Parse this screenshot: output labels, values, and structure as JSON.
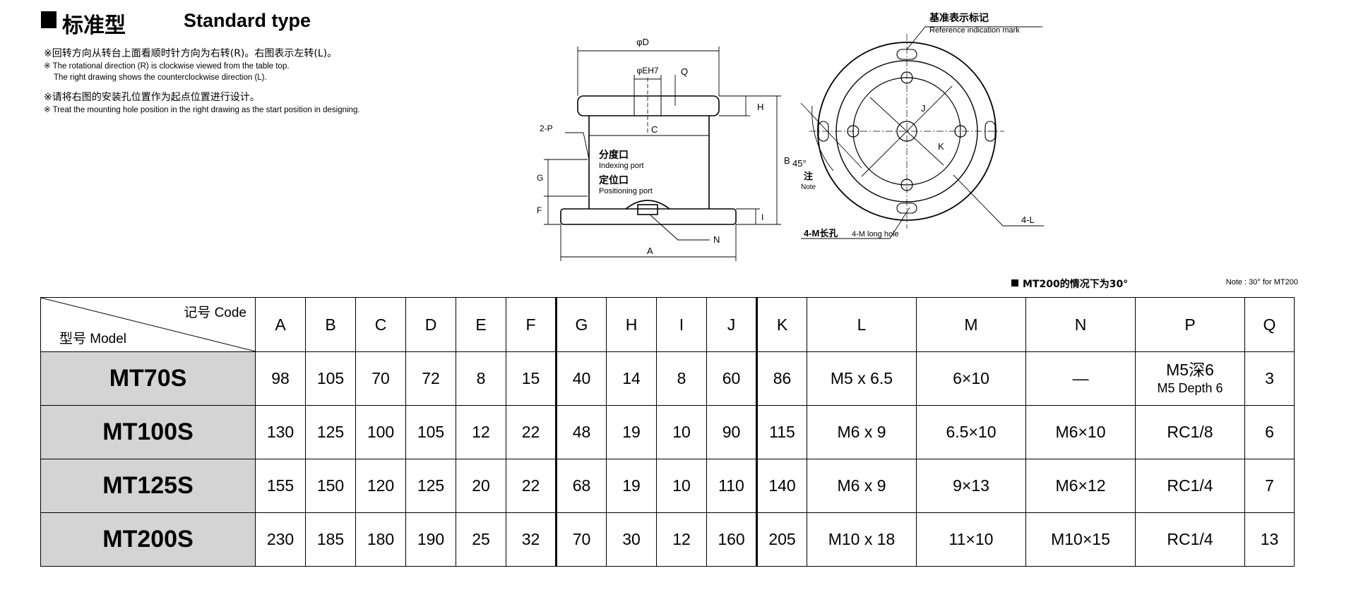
{
  "header": {
    "title_zh": "标准型",
    "title_en": "Standard type"
  },
  "notes": {
    "n1_zh": "※回转方向从转台上面看顺时针方向为右转(R)。右图表示左转(L)。",
    "n1_en1": "※ The rotational direction (R) is clockwise viewed from the table top.",
    "n1_en2": "The right drawing shows the counterclockwise direction (L).",
    "n2_zh": "※请将右图的安装孔位置作为起点位置进行设计。",
    "n2_en": "※ Treat the mounting hole position in the right drawing as the start position in designing."
  },
  "side_view": {
    "phiD": "φD",
    "phiE": "φEH7",
    "Q": "Q",
    "H": "H",
    "C": "C",
    "B": "B",
    "P": "2-P",
    "indexing_zh": "分度口",
    "indexing_en": "Indexing port",
    "positioning_zh": "定位口",
    "positioning_en": "Positioning port",
    "G": "G",
    "F": "F",
    "I": "I",
    "N": "N",
    "A": "A"
  },
  "top_view": {
    "ref_zh": "基准表示标记",
    "ref_en": "Reference indication mark",
    "J": "J",
    "K": "K",
    "angle": "45°",
    "note_zh": "注",
    "note_en": "Note",
    "L": "4-L",
    "M_zh": "4-M长孔",
    "M_en": "4-M long hole"
  },
  "note_bar": {
    "zh": "MT200的情况下为30°",
    "en": "Note : 30° for MT200"
  },
  "table": {
    "corner_code": "记号 Code",
    "corner_model": "型号 Model",
    "columns": [
      "A",
      "B",
      "C",
      "D",
      "E",
      "F",
      "G",
      "H",
      "I",
      "J",
      "K",
      "L",
      "M",
      "N",
      "P",
      "Q"
    ],
    "rows": [
      {
        "model": "MT70S",
        "A": "98",
        "B": "105",
        "C": "70",
        "D": "72",
        "E": "8",
        "F": "15",
        "G": "40",
        "H": "14",
        "I": "8",
        "J": "60",
        "K": "86",
        "L": "M5 x 6.5",
        "M": "6×10",
        "N": "—",
        "P": "M5深6",
        "P2": "M5 Depth 6",
        "Q": "3"
      },
      {
        "model": "MT100S",
        "A": "130",
        "B": "125",
        "C": "100",
        "D": "105",
        "E": "12",
        "F": "22",
        "G": "48",
        "H": "19",
        "I": "10",
        "J": "90",
        "K": "115",
        "L": "M6 x 9",
        "M": "6.5×10",
        "N": "M6×10",
        "P": "RC1/8",
        "P2": "",
        "Q": "6"
      },
      {
        "model": "MT125S",
        "A": "155",
        "B": "150",
        "C": "120",
        "D": "125",
        "E": "20",
        "F": "22",
        "G": "68",
        "H": "19",
        "I": "10",
        "J": "110",
        "K": "140",
        "L": "M6 x 9",
        "M": "9×13",
        "N": "M6×12",
        "P": "RC1/4",
        "P2": "",
        "Q": "7"
      },
      {
        "model": "MT200S",
        "A": "230",
        "B": "185",
        "C": "180",
        "D": "190",
        "E": "25",
        "F": "32",
        "G": "70",
        "H": "30",
        "I": "12",
        "J": "160",
        "K": "205",
        "L": "M10 x 18",
        "M": "11×10",
        "N": "M10×15",
        "P": "RC1/4",
        "P2": "",
        "Q": "13"
      }
    ]
  }
}
